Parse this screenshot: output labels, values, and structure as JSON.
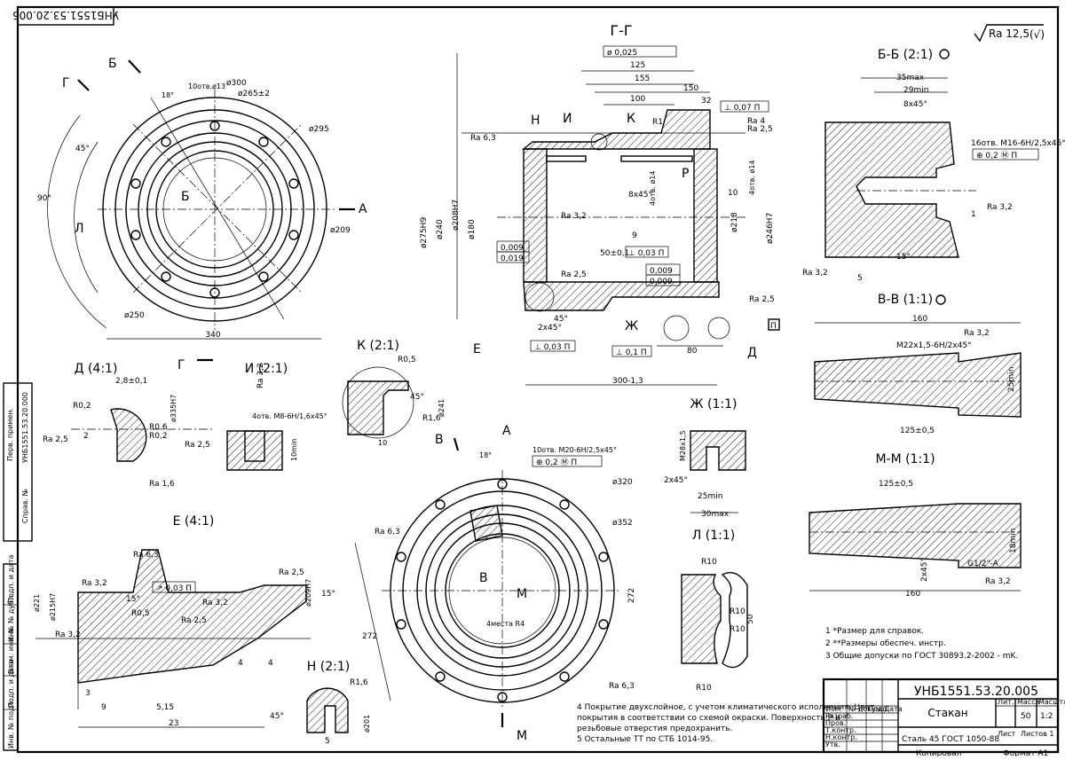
{
  "corner_stamp": "УНБ1551.53.20.005",
  "roughness_general": "Ra 12,5",
  "sections": {
    "gg": "Г-Г",
    "bb": "Б-Б (2:1)",
    "vv": "В-В (1:1)",
    "mm": "М-М (1:1)",
    "d": "Д (4:1)",
    "i": "И (2:1)",
    "k": "К (2:1)",
    "zh": "Ж (1:1)",
    "e": "Е (4:1)",
    "n": "Н (2:1)",
    "l": "Л (1:1)"
  },
  "markers": {
    "b_top": "Б",
    "g_left": "Г",
    "b_mid": "Б",
    "l_left": "Л",
    "a_right": "А",
    "g_bottom": "Г",
    "v_top": "В",
    "a_top": "А",
    "v_mid": "В",
    "m_mid": "М",
    "m_bottom": "М",
    "n": "Н",
    "i": "И",
    "k": "К",
    "r": "Р",
    "e": "Е",
    "zh": "Ж",
    "d": "Д",
    "p": "П"
  },
  "top_view_dims": {
    "d300": "ø300",
    "d265": "ø265±2",
    "d295": "ø295",
    "d209": "ø209",
    "d250": "ø250",
    "w340": "340",
    "a45": "45°",
    "a90": "90°",
    "holes": "10отв.ø13",
    "i18": "18°"
  },
  "gg_dims": {
    "tol1": "ø 0,025",
    "d125": "125",
    "d155": "155",
    "d150": "150",
    "d100": "100",
    "d32": "32",
    "p007": "⊥ 0,07 П",
    "r81": "R1",
    "ra4": "Ra 4",
    "ra25a": "Ra 2,5",
    "ra63": "Ra 6,3",
    "ch8": "8x45°",
    "ra32": "Ra 3,2",
    "holes4": "4отв. ø14",
    "holes4b": "4отв. ø14",
    "d240": "ø240",
    "d180": "ø180",
    "d275": "ø275H9",
    "d208": "ø208H7",
    "d218": "ø218",
    "d246": "ø246H7",
    "d10": "10",
    "d9": "9",
    "d50": "50±0,1",
    "t003": "⊥ 0,03 П",
    "t009a": "0,009",
    "t019": "0,019",
    "t009b": "0,009",
    "t009c": "0,009",
    "ra25b": "Ra 2,5",
    "ra25c": "Ra 2,5",
    "ch2": "2x45°",
    "a45": "45°",
    "t003b": "⊥ 0,03 П",
    "t01": "⊥ 0,1 П",
    "d80": "80",
    "d300": "300-1,3"
  },
  "bb_dims": {
    "d35": "35max",
    "d29": "29min",
    "ch8": "8x45°",
    "note": "16отв. М16-6Н/2,5x45°",
    "pos": "⊕ 0,2 Ⓜ П",
    "ra32a": "Ra 3,2",
    "ra32b": "Ra 3,2",
    "d5": "5",
    "a15": "15°",
    "d1": "1"
  },
  "vv_dims": {
    "d160": "160",
    "thread": "М22x1,5-6Н/2x45°",
    "ra32": "Ra 3,2",
    "d125": "125±0,5",
    "d25": "25min"
  },
  "mm_dims": {
    "d125": "125±0,5",
    "d18": "18min",
    "g": "G1/2\"-A",
    "ch2": "2x45°",
    "ra32": "Ra 3,2",
    "d160": "160"
  },
  "d_dims": {
    "d28": "2,8±0,1",
    "r02a": "R0,2",
    "r06": "R0,6",
    "r02b": "R0,2",
    "d335": "ø335H7",
    "ra25a": "Ra 2,5",
    "ra25b": "Ra 2,5",
    "d2": "2",
    "ra16": "Ra 1,6"
  },
  "i_dims": {
    "ra32": "Ra 3,2",
    "holes": "4отв. М8-6Н/1,6x45°",
    "d10": "10min"
  },
  "k_dims": {
    "r05": "R0,5",
    "a45": "45°",
    "r16": "R1,6",
    "d241": "ø241",
    "d10": "10"
  },
  "zh_dims": {
    "m28": "М28x1,5",
    "ch2": "2x45°",
    "d25": "25min",
    "d30": "30max"
  },
  "e_dims": {
    "ra63": "Ra 6,3",
    "ra32a": "Ra 3,2",
    "a15": "15°",
    "tol": "↗ 0,03 П",
    "ra32b": "Ra 3,2",
    "r05": "R0,5",
    "ra25a": "Ra 2,5",
    "ra32c": "Ra 3,2",
    "ra25b": "Ra 2,5",
    "d221": "ø221",
    "d215": "ø215H7",
    "d209": "ø209H7",
    "a15b": "15°",
    "d4a": "4",
    "d4b": "4",
    "d3": "3",
    "d9": "9",
    "d515": "5,15",
    "d23": "23"
  },
  "n_dims": {
    "r16": "R1,6",
    "a45": "45°",
    "d5": "5",
    "d201": "ø201"
  },
  "bottom_view_dims": {
    "holes": "10отв. М20-6Н/2,5x45°",
    "pos": "⊕ 0,2 Ⓜ П",
    "i18": "18°",
    "d320": "ø320",
    "d352": "ø352",
    "ra63a": "Ra 6,3",
    "d272a": "272",
    "d272b": "272",
    "r4": "4места R4",
    "ra63b": "Ra 6,3"
  },
  "l_dims": {
    "r10a": "R10",
    "r10b": "R10",
    "r10c": "R10",
    "r10d": "R10",
    "d50": "50"
  },
  "notes": [
    "1 *Размер для справок.",
    "2 **Размеры обеспеч. инстр.",
    "3 Общие допуски по ГОСТ 30893.2-2002 - mK."
  ],
  "tech_notes": [
    "4 Покрытие двухслойное, с учетом климатического исполнения. Цвет",
    "покрытия в соответствии со схемой окраски. Поверхность Р и",
    "резьбовые отверстия предохранить.",
    "5 Остальные ТТ по СТБ 1014-95."
  ],
  "title_block": {
    "designation": "УНБ1551.53.20.005",
    "name": "Стакан",
    "material": "Сталь 45 ГОСТ 1050-88",
    "lit": "Лит.",
    "mass": "Масса",
    "scale": "Масштаб",
    "mass_value": "50",
    "scale_value": "1:2",
    "sheet": "Лист",
    "sheets": "Листов 1",
    "rows": [
      "Изм.",
      "Лист",
      "№ докум.",
      "Подп.",
      "Дата"
    ],
    "roles": [
      "Разраб.",
      "Пров.",
      "Т.контр.",
      "Н.контр.",
      "Утв."
    ],
    "copied": "Копировал",
    "format": "Формат А1"
  },
  "side_stamps": {
    "perv": "Перв. примен.",
    "perv_val": "УНБ1551.53.20.000",
    "sprav": "Справ. №",
    "col1": "Подп. и дата",
    "col2": "Инв. № дубл.",
    "col3": "Взам. инв. №",
    "col4": "Подп. и дата",
    "col5": "Инв. № подл."
  }
}
